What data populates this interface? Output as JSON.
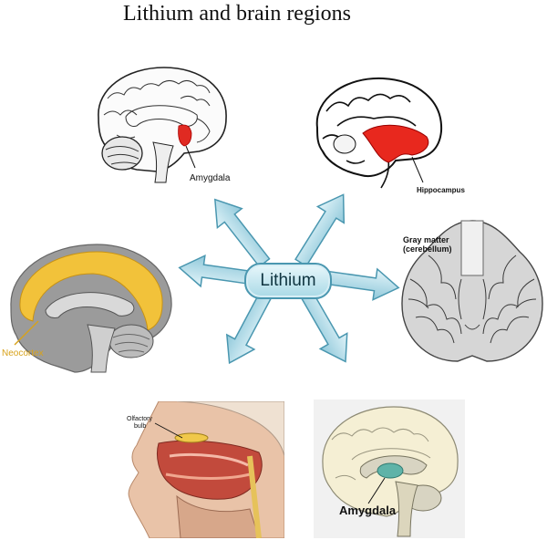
{
  "title": "Lithium and brain regions",
  "hub": {
    "label": "Lithium"
  },
  "regions": {
    "amygdala_top": "Amygdala",
    "hippocampus": "Hippocampus",
    "cerebellum_line1": "Gray matter",
    "cerebellum_line2": "(cerebellum)",
    "neocortex": "Neocortex",
    "olfactory_line1": "Olfactory",
    "olfactory_line2": "bulb",
    "amygdala_bottom": "Amygdala"
  },
  "colors": {
    "arrow_fill": "#b6dde9",
    "arrow_stroke": "#4a97b0",
    "hippocampus": "#e8281e",
    "amygdala_red": "#e02a22",
    "neocortex": "#f2c23a",
    "neocortex_label": "#d8a21a",
    "amygdala_teal": "#5fb3a8"
  }
}
